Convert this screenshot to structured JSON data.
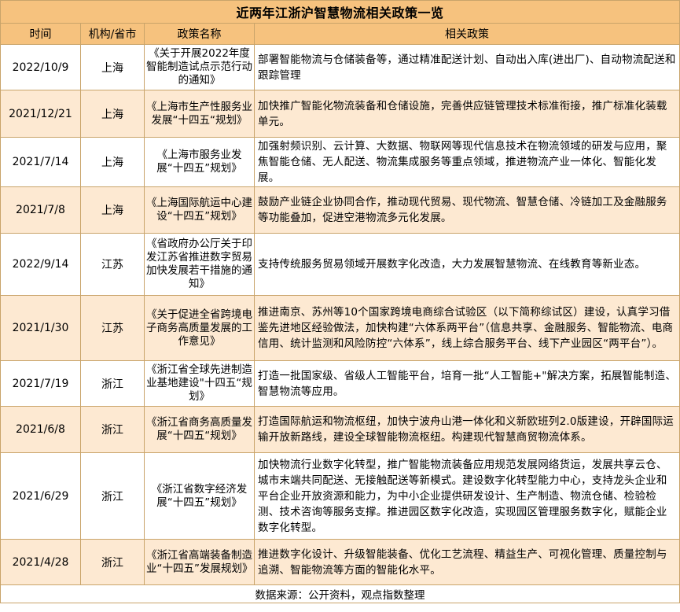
{
  "title": "近两年江浙沪智慧物流相关政策一览",
  "headers": [
    "时间",
    "机构/省市",
    "政策名称",
    "相关政策"
  ],
  "rows": [
    {
      "date": "2022/10/9",
      "org": "上海",
      "name": "《关于开展2022年度智能制造试点示范行动的通知》",
      "desc": "部署智能物流与仓储装备等，通过精准配送计划、自动出入库(进出厂)、自动物流配送和跟踪管理"
    },
    {
      "date": "2021/12/21",
      "org": "上海",
      "name": "《上海市生产性服务业发展“十四五“规划》",
      "desc": "加快推广智能化物流装备和仓储设施，完善供应链管理技术标准衔接，推广标准化装载单元。"
    },
    {
      "date": "2021/7/14",
      "org": "上海",
      "name": "《上海市服务业发展“十四五”规划》",
      "desc": "加强射频识别、云计算、大数据、物联网等现代信息技术在物流领域的研发与应用，聚焦智能仓储、无人配送、物流集成服务等重点领域，推进物流产业一体化、智能化发展。"
    },
    {
      "date": "2021/7/8",
      "org": "上海",
      "name": "《上海国际航运中心建设“十四五”规划》",
      "desc": "鼓励产业链企业协同合作，推动现代贸易、现代物流、智慧仓储、冷链加工及金融服务等功能叠加，促进空港物流多元化发展。"
    },
    {
      "date": "2022/9/14",
      "org": "江苏",
      "name": "《省政府办公厅关于印发江苏省推进数字贸易加快发展若干措施的通知》",
      "desc": "支持传统服务贸易领域开展数字化改造，大力发展智慧物流、在线教育等新业态。"
    },
    {
      "date": "2021/1/30",
      "org": "江苏",
      "name": "《关于促进全省跨境电子商务高质量发展的工作意见》",
      "desc": "推进南京、苏州等10个国家跨境电商综合试验区（以下简称综试区）建设，认真学习借鉴先进地区经验做法，加快构建“六体系两平台”（信息共享、金融服务、智能物流、电商信用、统计监测和风险防控“六体系”，线上综合服务平台、线下产业园区“两平台”）。"
    },
    {
      "date": "2021/7/19",
      "org": "浙江",
      "name": "《浙江省全球先进制造业基地建设\"十四五“规划》",
      "desc": "打造一批国家级、省级人工智能平台，培育一批“人工智能+\"解决方案，拓展智能制造、智慧物流等应用。"
    },
    {
      "date": "2021/6/8",
      "org": "浙江",
      "name": "《浙江省商务高质量发展“十四五“规划》",
      "desc": "打造国际航运和物流枢纽，加快宁波舟山港一体化和义新欧班列2.0版建设，开辟国际运输开放新路线，建设全球智能物流枢纽。构建现代智慧商贸物流体系。"
    },
    {
      "date": "2021/6/29",
      "org": "浙江",
      "name": "《浙江省数字经济发展“十四五”规划》",
      "desc": "加快物流行业数字化转型，推广智能物流装备应用规范发展网络货运，发展共享云仓、城市末端共同配送、无接触配送等新模式。建设数字化转型能力中心，支持龙头企业和平台企业开放资源和能力，为中小企业提供研发设计、生产制造、物流仓储、检验检测、技术咨询等服务支撑。推进园区数字化改造，实现园区管理服务数字化，赋能企业数字化转型。"
    },
    {
      "date": "2021/4/28",
      "org": "浙江",
      "name": "《浙江省高端装备制造业“十四五”发展规划》",
      "desc": "推进数字化设计、升级智能装备、优化工艺流程、精益生产、可视化管理、质量控制与追溯、智能物流等方面的智能化水平。"
    }
  ],
  "footer": "数据来源：公开资料，观点指数整理"
}
